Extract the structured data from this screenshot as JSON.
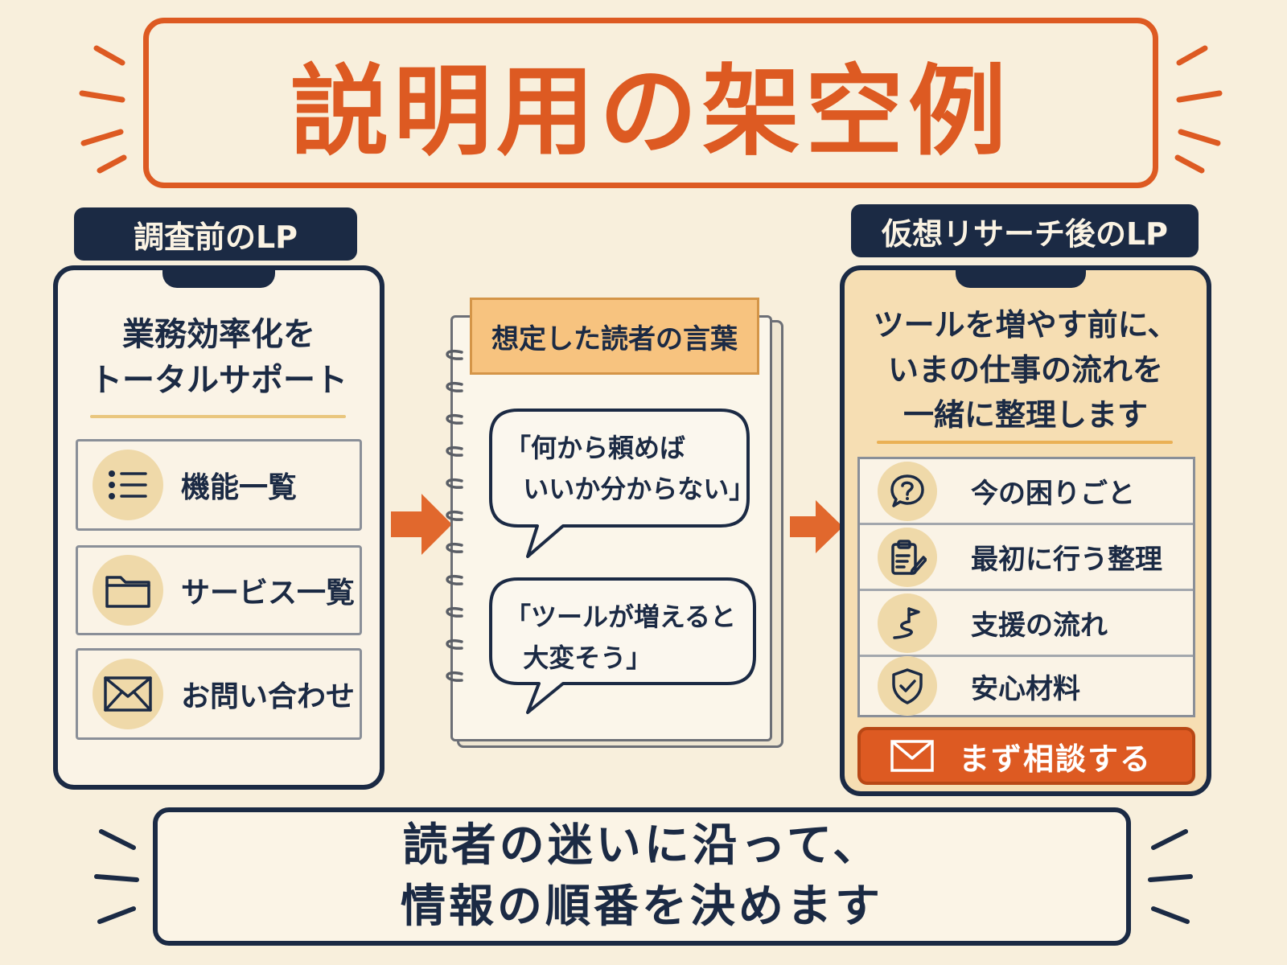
{
  "title": "説明用の架空例",
  "before": {
    "label": "調査前のLP",
    "heading_line1": "業務効率化を",
    "heading_line2": "トータルサポート",
    "items": [
      {
        "label": "機能一覧",
        "icon": "list-icon"
      },
      {
        "label": "サービス一覧",
        "icon": "folder-icon"
      },
      {
        "label": "お問い合わせ",
        "icon": "mail-icon"
      }
    ]
  },
  "notebook": {
    "tag": "想定した読者の言葉",
    "quote1": "「何から頼めば\n  いいか分からない」",
    "quote2": "「ツールが増えると\n  大変そう」"
  },
  "after": {
    "label": "仮想リサーチ後のLP",
    "heading_line1": "ツールを増やす前に、",
    "heading_line2": "いまの仕事の流れを",
    "heading_line3": "一緒に整理します",
    "items": [
      {
        "label": "今の困りごと",
        "icon": "question-bubble-icon"
      },
      {
        "label": "最初に行う整理",
        "icon": "clipboard-pen-icon"
      },
      {
        "label": "支援の流れ",
        "icon": "path-flag-icon"
      },
      {
        "label": "安心材料",
        "icon": "shield-check-icon"
      }
    ],
    "cta_label": "まず相談する"
  },
  "conclusion": {
    "line1": "読者の迷いに沿って、",
    "line2": "情報の順番を決めます"
  },
  "colors": {
    "accent": "#dd5a22",
    "navy": "#1b2a44",
    "background": "#f8efdc",
    "icon_bg": "#efd9a9",
    "tag": "#f7c37f"
  }
}
